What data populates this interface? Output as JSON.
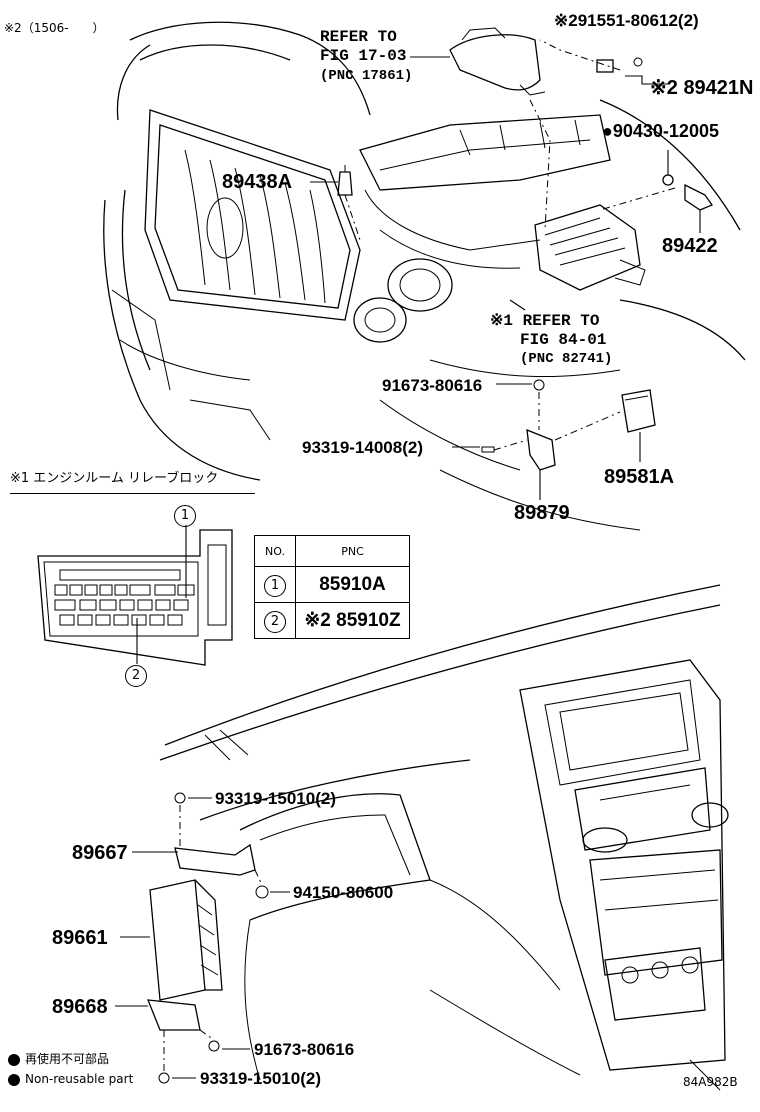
{
  "header_note": "※2（1506‑　　）",
  "callouts": {
    "refer_17": [
      "REFER TO",
      "FIG 17-03",
      "(PNC 17861)"
    ],
    "part_91551": "※291551-80612(2)",
    "part_89421N": "※2 89421N",
    "part_90430": "●90430-12005",
    "part_89438A": "89438A",
    "part_89422": "89422",
    "refer_84": [
      "※1 REFER TO",
      "FIG 84-01",
      "(PNC 82741)"
    ],
    "part_91673_top": "91673-80616",
    "part_93319_14008": "93319-14008(2)",
    "part_89581A": "89581A",
    "part_89879": "89879",
    "part_93319_15010_top": "93319-15010(2)",
    "part_89667": "89667",
    "part_94150": "94150-80600",
    "part_89661": "89661",
    "part_89668": "89668",
    "part_91673_bottom": "91673-80616",
    "part_93319_15010_bottom": "93319-15010(2)"
  },
  "relay_block": {
    "title": "※1 エンジンルーム リレーブロック",
    "marker_1": "1",
    "marker_2": "2"
  },
  "pnc_table": {
    "headers": [
      "NO.",
      "PNC"
    ],
    "rows": [
      {
        "no": "1",
        "pnc": "85910A"
      },
      {
        "no": "2",
        "pnc": "※2 85910Z"
      }
    ]
  },
  "legend": {
    "jp": "再使用不可部品",
    "en": "Non-reusable part"
  },
  "diagram_code": "84A982B"
}
